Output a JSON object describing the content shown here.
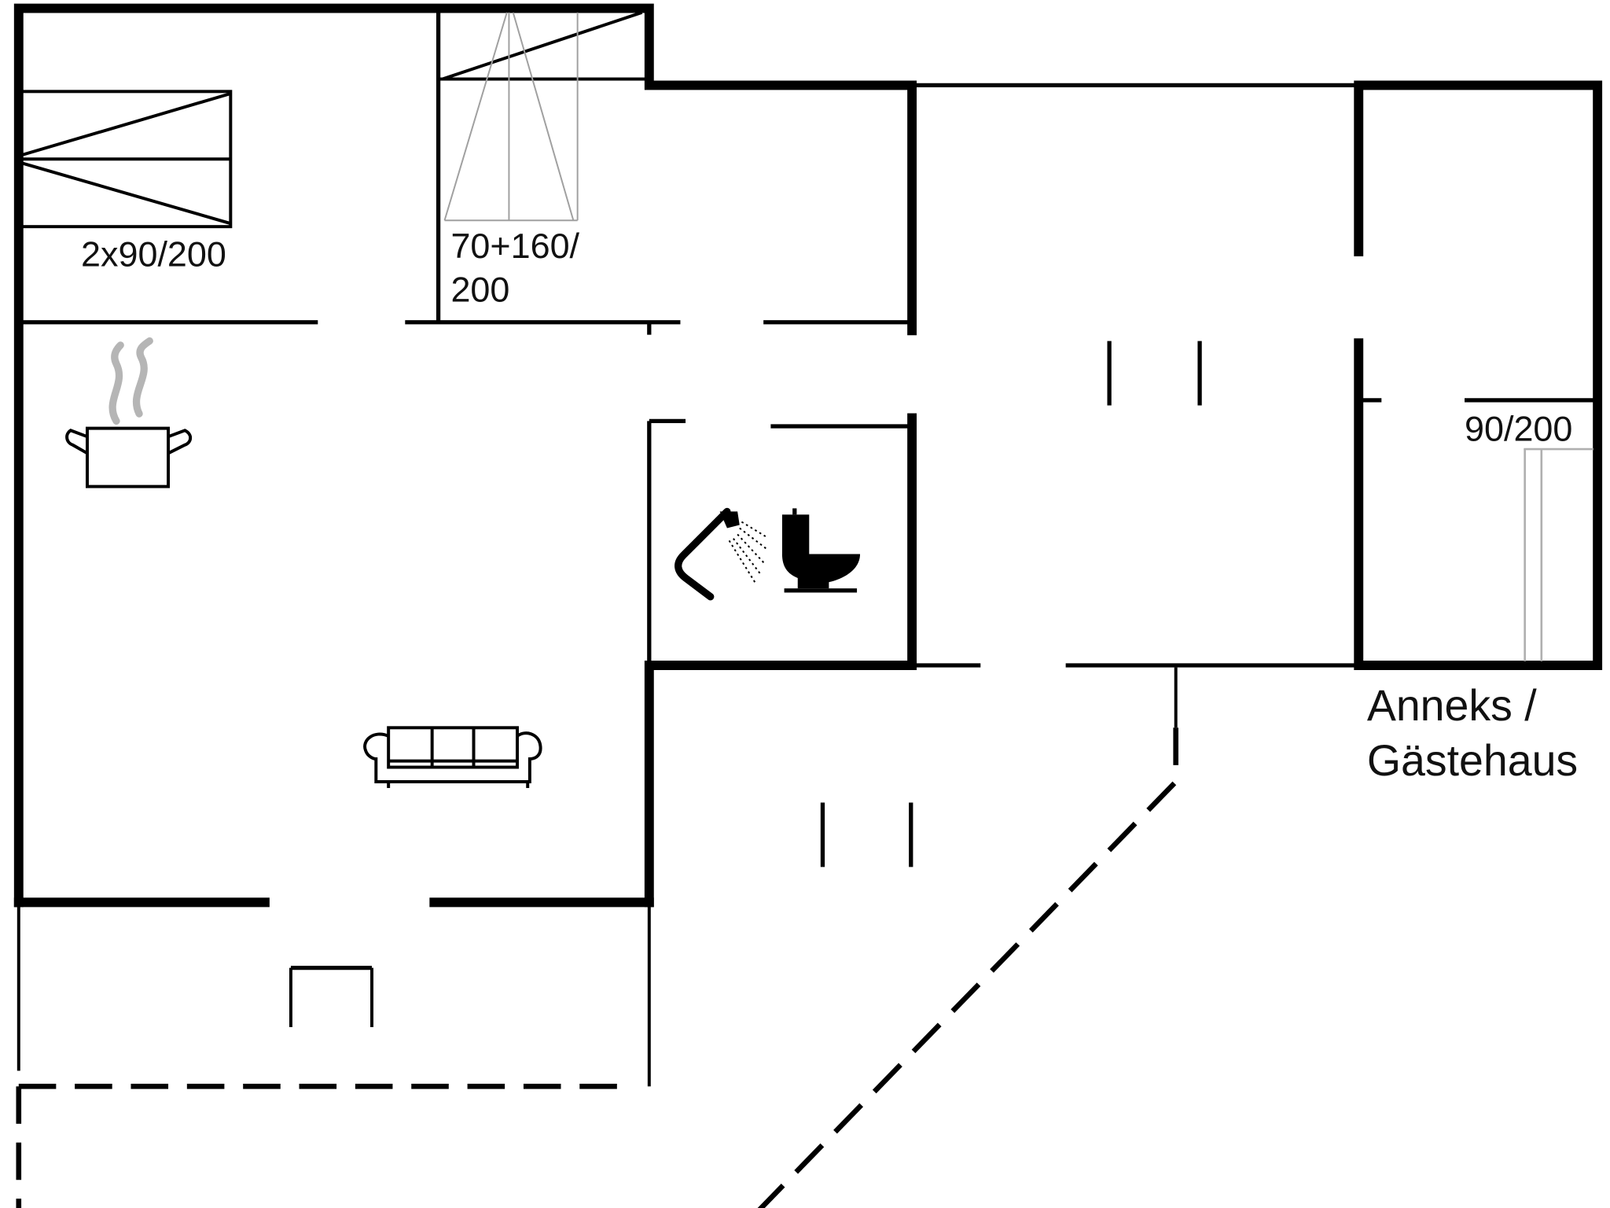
{
  "floorplan": {
    "colors": {
      "wall": "#000000",
      "furniture_light": "#9a9a9a",
      "steam": "#b5b5b5",
      "background": "#ffffff"
    },
    "labels": {
      "bedroom1_bed": "2x90/200",
      "bedroom2_bed_line1": "70+160/",
      "bedroom2_bed_line2": "200",
      "annex_bed": "90/200",
      "annex_title_line1": "Anneks /",
      "annex_title_line2": "Gästehaus"
    },
    "icons": {
      "kitchen": "cooking-pot-icon",
      "bathroom_shower": "shower-icon",
      "bathroom_toilet": "toilet-icon",
      "living": "sofa-icon",
      "terrace": "table-icon"
    }
  }
}
